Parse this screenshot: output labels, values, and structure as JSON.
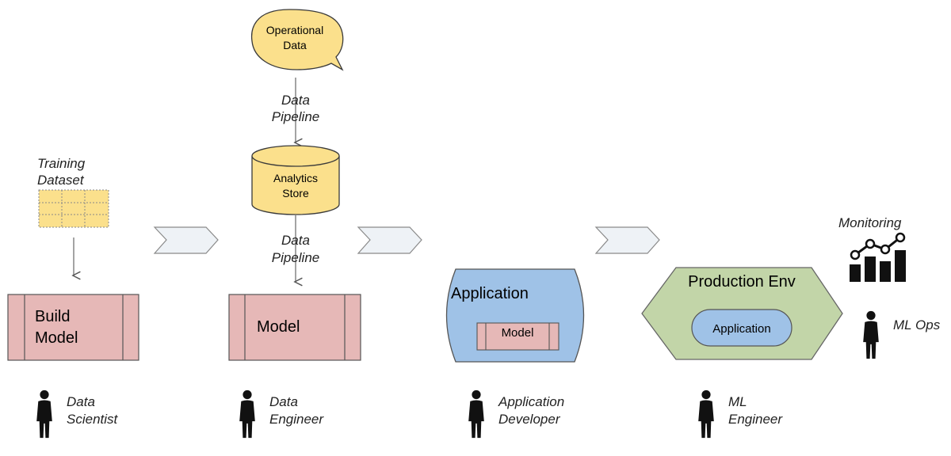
{
  "operational_data": {
    "line1": "Operational",
    "line2": "Data"
  },
  "pipeline_top": {
    "line1": "Data",
    "line2": "Pipeline"
  },
  "analytics_store": {
    "line1": "Analytics",
    "line2": "Store"
  },
  "pipeline_bottom": {
    "line1": "Data",
    "line2": "Pipeline"
  },
  "training_dataset": {
    "line1": "Training",
    "line2": "Dataset"
  },
  "build_model": {
    "line1": "Build",
    "line2": "Model"
  },
  "model_box": {
    "label": "Model"
  },
  "application_box": {
    "title": "Application",
    "inner_model": "Model"
  },
  "production_env": {
    "title": "Production Env",
    "inner_app": "Application"
  },
  "monitoring": {
    "label": "Monitoring"
  },
  "roles": [
    {
      "line1": "Data",
      "line2": "Scientist"
    },
    {
      "line1": "Data",
      "line2": "Engineer"
    },
    {
      "line1": "Application",
      "line2": "Developer"
    },
    {
      "line1": "ML",
      "line2": "Engineer"
    },
    {
      "line1": "ML Ops",
      "line2": ""
    }
  ],
  "colors": {
    "box_pink": "#e6b8b7",
    "speech_yellow": "#fbe08c",
    "cylinder_yellow": "#fbe08c",
    "app_blue": "#9fc2e7",
    "prod_green": "#c2d5a8",
    "chevron_fill": "#eef2f6"
  },
  "icons": [
    "person-icon",
    "monitoring-chart-icon",
    "chevron-arrow-icon"
  ]
}
